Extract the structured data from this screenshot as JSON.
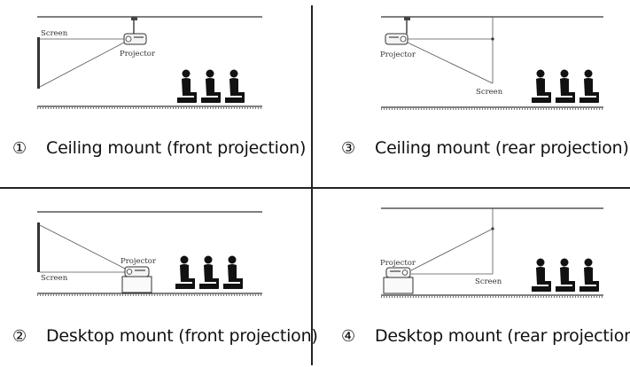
{
  "panels": [
    {
      "number": "①",
      "caption": "Ceiling mount (front projection)",
      "screen_label": "Screen",
      "projector_label": "Projector"
    },
    {
      "number": "③",
      "caption": "Ceiling mount (rear projection)",
      "screen_label": "Screen",
      "projector_label": "Projector"
    },
    {
      "number": "②",
      "caption": "Desktop mount (front projection)",
      "screen_label": "Screen",
      "projector_label": "Projector"
    },
    {
      "number": "④",
      "caption": "Desktop mount (rear projection)",
      "screen_label": "Screen",
      "projector_label": "Projector"
    }
  ]
}
